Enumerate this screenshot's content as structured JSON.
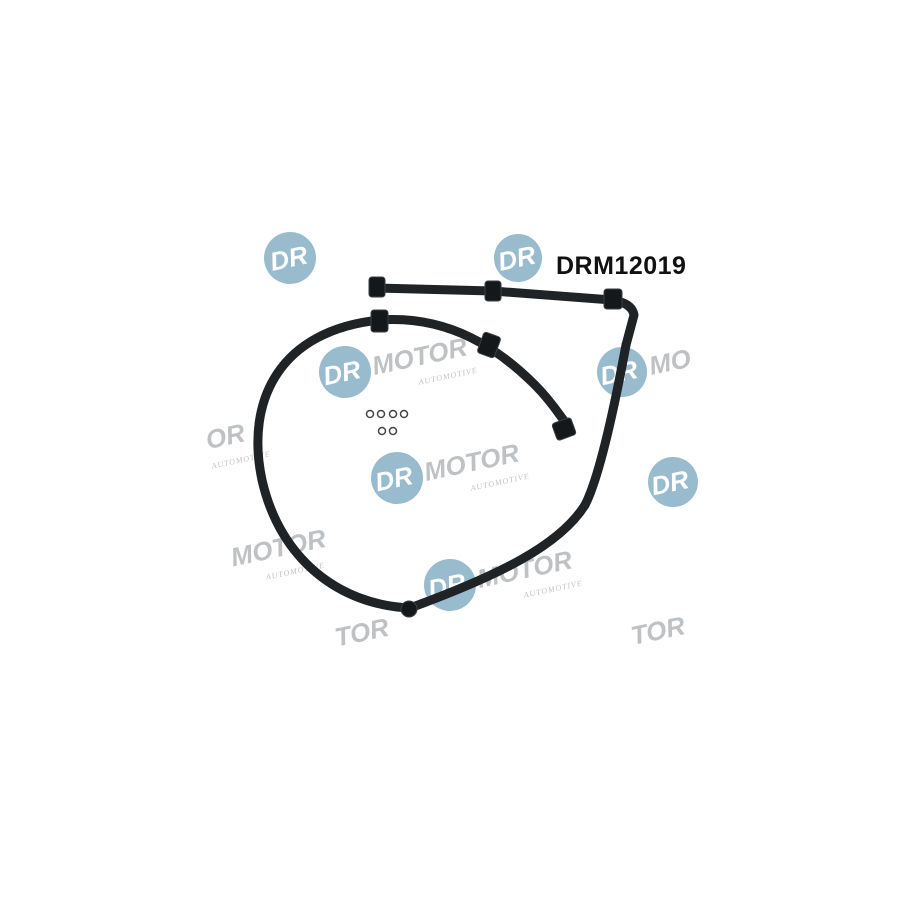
{
  "product": {
    "part_number": "DRM12019",
    "watermark_brand": "DR.MOTOR",
    "watermark_sub": "AUTOMOTIVE"
  },
  "colors": {
    "background": "#ffffff",
    "watermark_circle": "#8db4c9",
    "watermark_text": "#b9bcbf",
    "hose": "#1f2326"
  }
}
